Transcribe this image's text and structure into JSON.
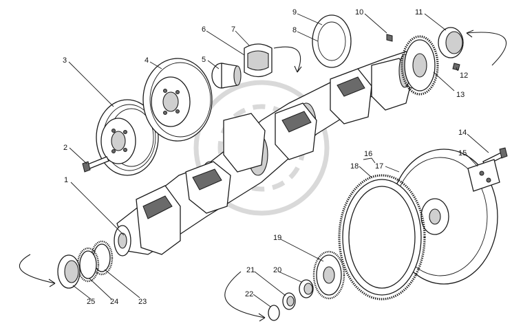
{
  "callouts": [
    {
      "id": "c1",
      "label": "1"
    },
    {
      "id": "c2",
      "label": "2"
    },
    {
      "id": "c3",
      "label": "3"
    },
    {
      "id": "c4",
      "label": "4"
    },
    {
      "id": "c5",
      "label": "5"
    },
    {
      "id": "c6",
      "label": "6"
    },
    {
      "id": "c7",
      "label": "7"
    },
    {
      "id": "c8",
      "label": "8"
    },
    {
      "id": "c9",
      "label": "9"
    },
    {
      "id": "c10",
      "label": "10"
    },
    {
      "id": "c11",
      "label": "11"
    },
    {
      "id": "c12",
      "label": "12"
    },
    {
      "id": "c13",
      "label": "13"
    },
    {
      "id": "c14",
      "label": "14"
    },
    {
      "id": "c15",
      "label": "15"
    },
    {
      "id": "c16",
      "label": "16"
    },
    {
      "id": "c17",
      "label": "17"
    },
    {
      "id": "c18",
      "label": "18"
    },
    {
      "id": "c19",
      "label": "19"
    },
    {
      "id": "c20",
      "label": "20"
    },
    {
      "id": "c21",
      "label": "21"
    },
    {
      "id": "c22",
      "label": "22"
    },
    {
      "id": "c23",
      "label": "23"
    },
    {
      "id": "c24",
      "label": "24"
    },
    {
      "id": "c25",
      "label": "25"
    }
  ],
  "colors": {
    "line": "#1a1a1a",
    "shade": "#cfcfcf",
    "watermark": "#d9d9d9"
  }
}
